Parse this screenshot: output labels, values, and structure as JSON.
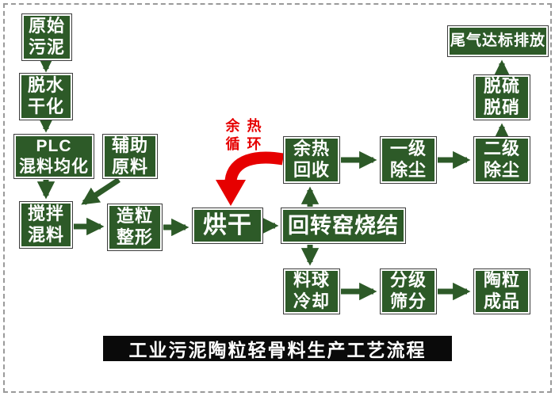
{
  "title": "工业污泥陶粒轻骨料生产工艺流程",
  "nodes": {
    "raw_sludge": {
      "label": "原始\n污泥"
    },
    "dewatering": {
      "label": "脱水\n干化"
    },
    "plc": {
      "label": "PLC\n混料均化"
    },
    "aux_material": {
      "label": "辅助\n原料"
    },
    "mixing": {
      "label": "搅拌\n混料"
    },
    "granulation": {
      "label": "造粒\n整形"
    },
    "drying": {
      "label": "烘干"
    },
    "kiln": {
      "label": "回转窑烧结"
    },
    "heat_recovery": {
      "label": "余热\n回收"
    },
    "dust1": {
      "label": "一级\n除尘"
    },
    "dust2": {
      "label": "二级\n除尘"
    },
    "desulfurization": {
      "label": "脱硫\n脱硝"
    },
    "exhaust": {
      "label": "尾气达标排放"
    },
    "cooling": {
      "label": "料球\n冷却"
    },
    "screening": {
      "label": "分级\n筛分"
    },
    "product": {
      "label": "陶粒\n成品"
    }
  },
  "annotations": {
    "heat_cycle": "余 热\n循 环"
  },
  "colors": {
    "box_green": "#2d5a28",
    "arrow_green": "#2d5a28",
    "accent_red": "#e60000",
    "title_bg": "#0a0a0a",
    "border_gray": "#9a9a9a"
  }
}
